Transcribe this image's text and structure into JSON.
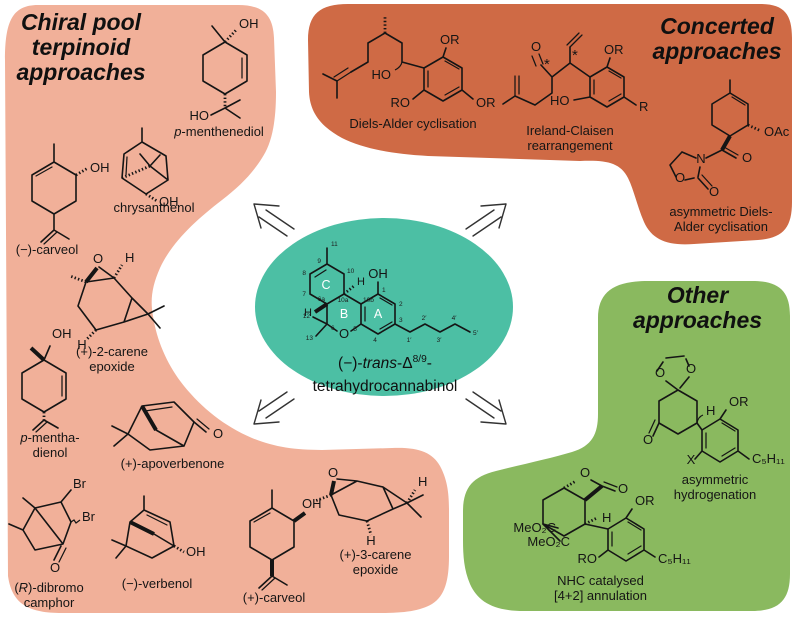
{
  "colors": {
    "chiral_pool_bg": "#f1b099",
    "concerted_bg": "#cf6a45",
    "other_bg": "#8ab95f",
    "center_bg": "#4cbfa4"
  },
  "center": {
    "name": [
      [
        {
          "t": "(−)-"
        },
        {
          "t": "trans",
          "s": "i"
        },
        {
          "t": "-Δ"
        },
        {
          "t": "8/9",
          "s": "sup"
        },
        {
          "t": "-"
        }
      ],
      [
        {
          "t": "tetrahydrocannabinol"
        }
      ]
    ],
    "ring_labels": [
      "C",
      "B",
      "A"
    ],
    "atoms": [
      "OH",
      "O",
      "H",
      "H"
    ],
    "locants": [
      "11",
      "9",
      "8",
      "7",
      "10",
      "6a",
      "10a",
      "10b",
      "1",
      "2",
      "3",
      "4",
      "5",
      "6",
      "12",
      "13",
      "1′",
      "2′",
      "3′",
      "4′",
      "5′"
    ]
  },
  "panels": {
    "chiral_pool": {
      "title_lines": [
        "Chiral pool",
        "terpinoid",
        "approaches"
      ],
      "molecules": {
        "p_menthenediol": {
          "name": [
            [
              {
                "t": "p",
                "s": "i"
              },
              {
                "t": "-menthenediol"
              }
            ]
          ],
          "atoms": [
            "OH",
            "HO"
          ]
        },
        "carveol_minus": {
          "name": [
            [
              {
                "t": "(−)-carveol"
              }
            ]
          ],
          "atoms": [
            "OH"
          ]
        },
        "chrysanthenol": {
          "name": [
            [
              {
                "t": "chrysanthenol"
              }
            ]
          ],
          "atoms": [
            "OH"
          ]
        },
        "carene2_epoxide": {
          "name": [
            [
              {
                "t": "(+)-2-carene"
              }
            ],
            [
              {
                "t": "epoxide"
              }
            ]
          ],
          "atoms": [
            "O",
            "H",
            "H"
          ]
        },
        "mentha_dienol": {
          "name": [
            [
              {
                "t": "p",
                "s": "i"
              },
              {
                "t": "-mentha-"
              }
            ],
            [
              {
                "t": "dienol"
              }
            ]
          ],
          "atoms": [
            "OH"
          ]
        },
        "apoverbenone": {
          "name": [
            [
              {
                "t": "(+)-apoverbenone"
              }
            ]
          ],
          "atoms": [
            "O"
          ]
        },
        "dibromo_camphor": {
          "name": [
            [
              {
                "t": "("
              },
              {
                "t": "R",
                "s": "i"
              },
              {
                "t": ")-dibromo"
              }
            ],
            [
              {
                "t": "camphor"
              }
            ]
          ],
          "atoms": [
            "Br",
            "Br",
            "O"
          ]
        },
        "verbenol": {
          "name": [
            [
              {
                "t": "(−)-verbenol"
              }
            ]
          ],
          "atoms": [
            "OH"
          ]
        },
        "carveol_plus": {
          "name": [
            [
              {
                "t": "(+)-carveol"
              }
            ]
          ],
          "atoms": [
            "OH"
          ]
        },
        "carene3_epoxide": {
          "name": [
            [
              {
                "t": "(+)-3-carene"
              }
            ],
            [
              {
                "t": "epoxide"
              }
            ]
          ],
          "atoms": [
            "O",
            "H",
            "H"
          ]
        }
      }
    },
    "concerted": {
      "title_lines": [
        "Concerted",
        "approaches"
      ],
      "molecules": {
        "diels_alder": {
          "name": [
            [
              {
                "t": "Diels-Alder cyclisation"
              }
            ]
          ],
          "atoms": [
            "HO",
            "OR",
            "RO",
            "OR"
          ]
        },
        "ireland_claisen": {
          "name": [
            [
              {
                "t": "Ireland-Claisen"
              }
            ],
            [
              {
                "t": "rearrangement"
              }
            ]
          ],
          "atoms": [
            "O",
            "*",
            "*",
            "OR",
            "HO",
            "R"
          ]
        },
        "asym_diels_alder": {
          "name": [
            [
              {
                "t": "asymmetric Diels-"
              }
            ],
            [
              {
                "t": "Alder cyclisation"
              }
            ]
          ],
          "atoms": [
            "OAc",
            "O",
            "N",
            "O",
            "O"
          ]
        }
      }
    },
    "other": {
      "title_lines": [
        "Other",
        "approaches"
      ],
      "molecules": {
        "asym_hydrogenation": {
          "name": [
            [
              {
                "t": "asymmetric"
              }
            ],
            [
              {
                "t": "hydrogenation"
              }
            ]
          ],
          "atoms": [
            "O",
            "O",
            "O",
            "H",
            "OR",
            "X",
            "C₅H₁₁"
          ]
        },
        "nhc_annulation": {
          "name": [
            [
              {
                "t": "NHC catalysed"
              }
            ],
            [
              {
                "t": "[4+2] annulation"
              }
            ]
          ],
          "atoms": [
            "O",
            "O",
            "OR",
            "H",
            "MeO₂C",
            "MeO₂C",
            "RO",
            "C₅H₁₁"
          ]
        }
      }
    }
  }
}
